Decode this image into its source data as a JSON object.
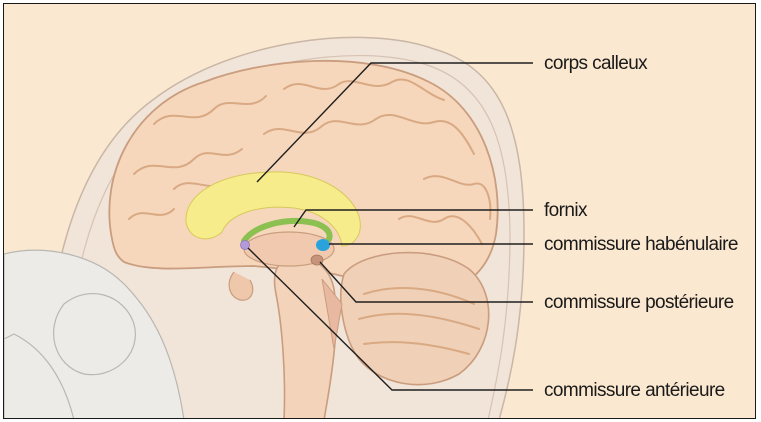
{
  "labels": {
    "corpus_callosum": "corps calleux",
    "fornix": "fornix",
    "habenular_commissure": "commissure habénulaire",
    "posterior_commissure": "commissure postérieure",
    "anterior_commissure": "commissure antérieure"
  },
  "colors": {
    "background": "#fbe8d0",
    "brain": "#f6d7bc",
    "corpus_callosum": "#f7ec8c",
    "fornix": "#8cc152",
    "habenular_commissure": "#2aa3dc",
    "posterior_commissure": "#c5947a",
    "anterior_commissure": "#b39ad8"
  }
}
